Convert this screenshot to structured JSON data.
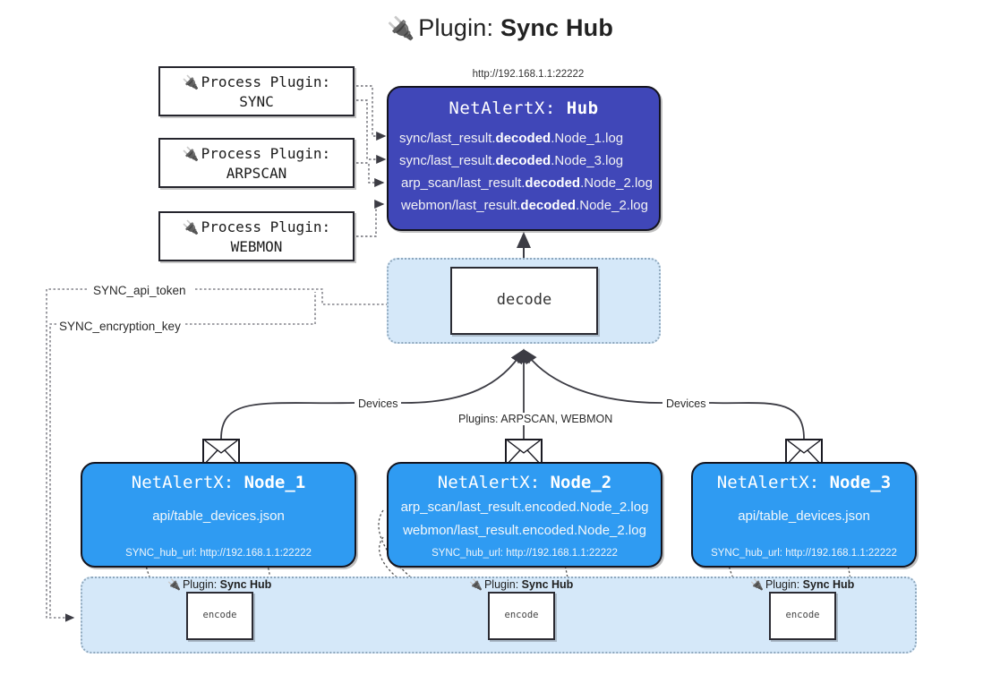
{
  "title": {
    "icon": "plug-icon",
    "prefix": "Plugin: ",
    "name": "Sync Hub"
  },
  "hub": {
    "url": "http://192.168.1.1:22222",
    "label_prefix": "NetAlertX: ",
    "label_name": "Hub",
    "log_lines": [
      {
        "pre": "sync/last_result.",
        "em": "decoded",
        "post": ".Node_1.log"
      },
      {
        "pre": "sync/last_result.",
        "em": "decoded",
        "post": ".Node_3.log"
      },
      {
        "pre": "arp_scan/last_result.",
        "em": "decoded",
        "post": ".Node_2.log"
      },
      {
        "pre": "webmon/last_result.",
        "em": "decoded",
        "post": ".Node_2.log"
      }
    ]
  },
  "process_plugins": [
    {
      "icon": "plug-icon",
      "line1": "Process Plugin:",
      "line2": "SYNC"
    },
    {
      "icon": "plug-icon",
      "line1": "Process Plugin:",
      "line2": "ARPSCAN"
    },
    {
      "icon": "plug-icon",
      "line1": "Process Plugin:",
      "line2": "WEBMON"
    }
  ],
  "secrets": [
    {
      "label": "SYNC_api_token"
    },
    {
      "label": "SYNC_encryption_key"
    }
  ],
  "decode": {
    "label": "decode"
  },
  "edge_labels": {
    "devices_left": "Devices",
    "devices_right": "Devices",
    "plugins_center": "Plugins: ARPSCAN, WEBMON"
  },
  "nodes": [
    {
      "label_prefix": "NetAlertX: ",
      "label_name": "Node_1",
      "lines": [
        "api/table_devices.json"
      ],
      "sync_hub_url": "SYNC_hub_url: http://192.168.1.1:22222",
      "envelope": "envelope-icon"
    },
    {
      "label_prefix": "NetAlertX: ",
      "label_name": "Node_2",
      "lines": [
        "arp_scan/last_result.encoded.Node_2.log",
        "webmon/last_result.encoded.Node_2.log"
      ],
      "sync_hub_url": "SYNC_hub_url: http://192.168.1.1:22222",
      "envelope": "envelope-icon"
    },
    {
      "label_prefix": "NetAlertX: ",
      "label_name": "Node_3",
      "lines": [
        "api/table_devices.json"
      ],
      "sync_hub_url": "SYNC_hub_url: http://192.168.1.1:22222",
      "envelope": "envelope-icon"
    }
  ],
  "sync_hub_plugins": [
    {
      "icon": "plug-icon",
      "prefix": "Plugin: ",
      "name": "Sync Hub",
      "box_label": "encode"
    },
    {
      "icon": "plug-icon",
      "prefix": "Plugin: ",
      "name": "Sync Hub",
      "box_label": "encode"
    },
    {
      "icon": "plug-icon",
      "prefix": "Plugin: ",
      "name": "Sync Hub",
      "box_label": "encode"
    }
  ],
  "colors": {
    "hub_purple": "#4047b8",
    "node_blue": "#2f9bf2",
    "container_light_blue": "#d5e8f9",
    "stroke_dark": "#14141e",
    "dotted_grey": "#8fa8bd"
  }
}
